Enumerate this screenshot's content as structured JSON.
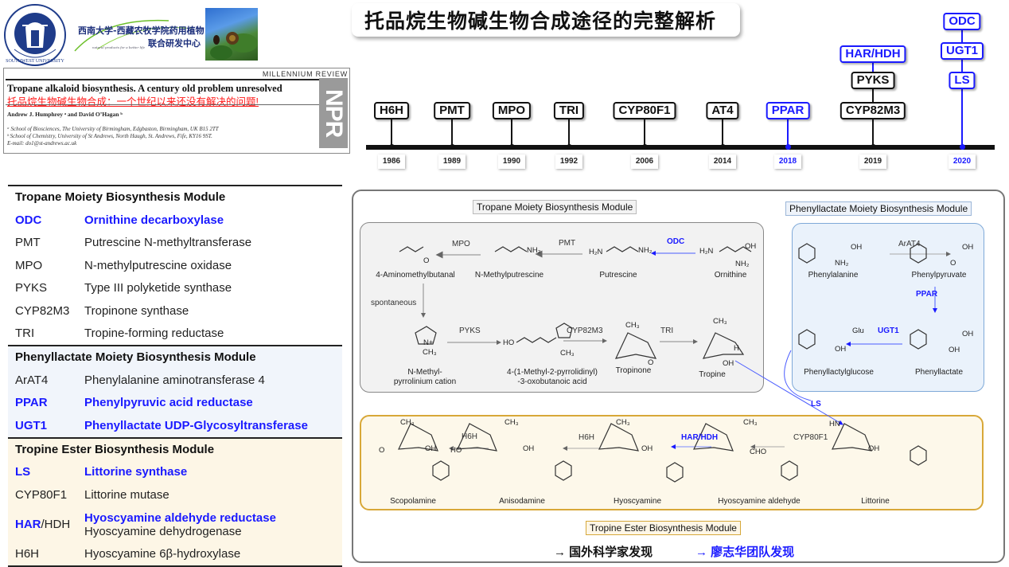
{
  "header": {
    "title": "托品烷生物碱生物合成途径的完整解析",
    "logos": {
      "university_icon": "southwest-university-seal-icon",
      "center_line1": "西南大学-西藏农牧学院药用植物",
      "center_line2": "联合研发中心",
      "center_tagline": "natural products for a better life",
      "photo_icon": "belladonna-plant-photo"
    }
  },
  "paper": {
    "series": "MILLENNIUM REVIEW",
    "title_en": "Tropane alkaloid biosynthesis. A century old problem unresolved",
    "title_cn": "托品烷生物碱生物合成：一个世纪以来还没有解决的问题!",
    "authors": "Andrew J. Humphrey ᵃ and David O’Hagan ᵇ",
    "affiliations": [
      "ᵃ School of Biosciences, The University of Birmingham, Edgbaston, Birmingham, UK B15 2TT",
      "ᵇ School of Chemistry, University of St Andrews, North Haugh, St. Andrews, Fife, KY16 9ST.",
      "  E-mail: do1@st-andrews.ac.uk"
    ],
    "journal_badge": "NPR"
  },
  "timeline": {
    "events": [
      {
        "year": "1986",
        "genes": [
          "H6H"
        ],
        "highlight": [
          false
        ]
      },
      {
        "year": "1989",
        "genes": [
          "PMT"
        ],
        "highlight": [
          false
        ]
      },
      {
        "year": "1990",
        "genes": [
          "MPO"
        ],
        "highlight": [
          false
        ]
      },
      {
        "year": "1992",
        "genes": [
          "TRI"
        ],
        "highlight": [
          false
        ]
      },
      {
        "year": "2006",
        "genes": [
          "CYP80F1"
        ],
        "highlight": [
          false
        ]
      },
      {
        "year": "2014",
        "genes": [
          "AT4"
        ],
        "highlight": [
          false
        ]
      },
      {
        "year": "2018",
        "genes": [
          "PPAR"
        ],
        "highlight": [
          true
        ]
      },
      {
        "year": "2019",
        "genes": [
          "CYP82M3",
          "PYKS",
          "HAR/HDH"
        ],
        "highlight": [
          false,
          false,
          true
        ]
      },
      {
        "year": "2020",
        "genes": [
          "LS",
          "UGT1",
          "ODC"
        ],
        "highlight": [
          true,
          true,
          true
        ]
      }
    ]
  },
  "enzyme_table": {
    "sections": [
      {
        "title": "Tropane Moiety Biosynthesis Module",
        "rows": [
          {
            "abbr": "ODC",
            "name": "Ornithine decarboxylase",
            "highlight": true
          },
          {
            "abbr": "PMT",
            "name": "Putrescine N-methyltransferase",
            "highlight": false
          },
          {
            "abbr": "MPO",
            "name": "N-methylputrescine oxidase",
            "highlight": false
          },
          {
            "abbr": "PYKS",
            "name": "Type III polyketide synthase",
            "highlight": false
          },
          {
            "abbr": "CYP82M3",
            "name": "Tropinone synthase",
            "highlight": false
          },
          {
            "abbr": "TRI",
            "name": "Tropine-forming reductase",
            "highlight": false
          }
        ]
      },
      {
        "title": "Phenyllactate Moiety Biosynthesis Module",
        "rows": [
          {
            "abbr": "ArAT4",
            "name": "Phenylalanine aminotransferase 4",
            "highlight": false
          },
          {
            "abbr": "PPAR",
            "name": "Phenylpyruvic acid reductase",
            "highlight": true
          },
          {
            "abbr": "UGT1",
            "name": "Phenyllactate UDP-Glycosyltransferase",
            "highlight": true
          }
        ]
      },
      {
        "title": "Tropine Ester Biosynthesis Module",
        "rows": [
          {
            "abbr": "LS",
            "name": "Littorine synthase",
            "highlight": true
          },
          {
            "abbr": "CYP80F1",
            "name": "Littorine mutase",
            "highlight": false
          },
          {
            "abbr_blue": "HAR",
            "abbr_rest": "/HDH",
            "name": "Hyoscyamine aldehyde reductase",
            "name2": "Hyoscyamine dehydrogenase",
            "highlight": "partial"
          },
          {
            "abbr": "H6H",
            "name": "Hyoscyamine 6β-hydroxylase",
            "highlight": false
          }
        ]
      }
    ]
  },
  "pathway": {
    "modules": {
      "tropane": "Tropane Moiety Biosynthesis Module",
      "phenyllactate": "Phenyllactate Moiety Biosynthesis Module",
      "ester": "Tropine Ester Biosynthesis Module"
    },
    "compounds": {
      "ornithine": "Ornithine",
      "putrescine": "Putrescine",
      "n_methylputrescine": "N-Methylputrescine",
      "aminomethylbutanal": "4-Aminomethylbutanal",
      "pyrrolinium_1": "N-Methyl-",
      "pyrrolinium_2": "pyrrolinium cation",
      "oxobutanoic_1": "4-(1-Methyl-2-pyrrolidinyl)",
      "oxobutanoic_2": "-3-oxobutanoic acid",
      "tropinone": "Tropinone",
      "tropine": "Tropine",
      "phenylalanine": "Phenylalanine",
      "phenylpyruvate": "Phenylpyruvate",
      "phenyllactate": "Phenyllactate",
      "phenyllactylglucose": "Phenyllactylglucose",
      "littorine": "Littorine",
      "hyoscyamine_aldehyde": "Hyoscyamine aldehyde",
      "hyoscyamine": "Hyoscyamine",
      "anisodamine": "Anisodamine",
      "scopolamine": "Scopolamine"
    },
    "enzymes": {
      "odc": "ODC",
      "pmt": "PMT",
      "mpo": "MPO",
      "spontaneous": "spontaneous",
      "pyks": "PYKS",
      "cyp82m3": "CYP82M3",
      "tri": "TRI",
      "arat4": "ArAT4",
      "ppar": "PPAR",
      "ugt1": "UGT1",
      "ls": "LS",
      "cyp80f1": "CYP80F1",
      "har_hdh": "HAR/HDH",
      "h6h_1": "H6H",
      "h6h_2": "H6H"
    },
    "structure_labels": {
      "nh2": "NH₂",
      "h2n": "H₂N",
      "oh": "OH",
      "o": "O",
      "h": "H",
      "ch3": "CH₃",
      "n_ch3": "N‸CH₃",
      "hn": "HN",
      "cho": "CHO",
      "glu": "Glu",
      "ho": "HO",
      "nplus": "N+"
    },
    "legend": {
      "foreign": "→ 国外科学家发现",
      "team": "→ 廖志华团队发现"
    }
  },
  "colors": {
    "highlight_blue": "#1a1aff",
    "cn_red": "#ff1a1a",
    "tropane_box": "#f2f2f2",
    "phenyllactate_box": "#eaf2fb",
    "ester_box": "#fdf8ea"
  }
}
